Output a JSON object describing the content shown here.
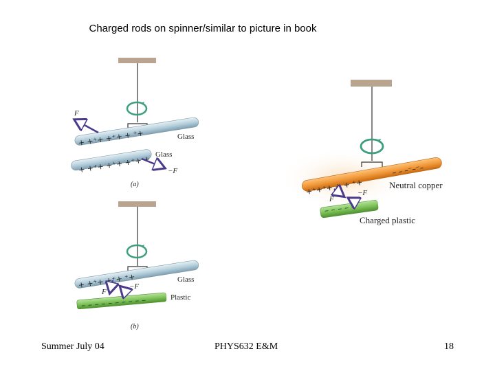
{
  "slide": {
    "title": "Charged rods on spinner/similar to picture in book"
  },
  "footer": {
    "left": "Summer July 04",
    "center": "PHYS632 E&M",
    "right": "18"
  },
  "figure": {
    "panel_a": {
      "caption": "(a)",
      "upper_rod_label": "Glass",
      "lower_rod_label": "Glass",
      "force_label": "F",
      "neg_force_label": "−F"
    },
    "panel_b": {
      "caption": "(b)",
      "upper_rod_label": "Glass",
      "lower_rod_label": "Plastic",
      "force_label": "F",
      "neg_force_label": "−F"
    },
    "panel_c": {
      "upper_rod_label": "Neutral copper",
      "lower_rod_label": "Charged plastic",
      "force_label": "F",
      "neg_force_label": "−F"
    }
  },
  "colors": {
    "support": "#b9a48f",
    "glass_rod": "#b5cfdc",
    "copper_rod": "#f19a3a",
    "plastic_rod": "#7fc35a",
    "spin_arrow": "#3a9f7a",
    "force_arrow": "#4b3a8c"
  }
}
